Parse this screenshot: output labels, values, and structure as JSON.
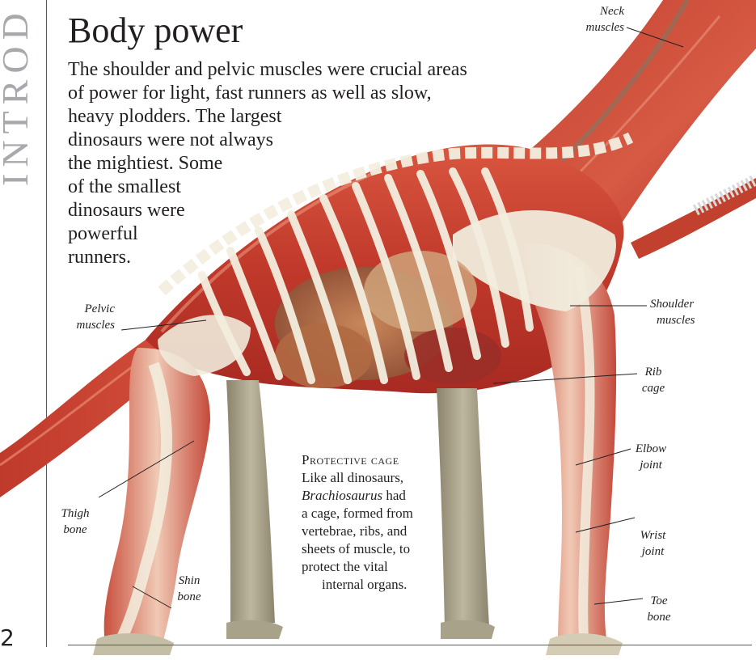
{
  "sidebar": {
    "section_title": "INTROD",
    "page_number": "2"
  },
  "header": {
    "title": "Body power",
    "intro": [
      "The shoulder and pelvic muscles were crucial areas",
      "of power for light, fast runners as well as slow,",
      "heavy plodders. The largest",
      "dinosaurs were not always",
      "the mightiest. Some",
      "of the smallest",
      "dinosaurs were",
      "powerful",
      "runners."
    ]
  },
  "callouts": {
    "neck_muscles": [
      "Neck",
      "muscles"
    ],
    "shoulder_muscles": [
      "Shoulder",
      "muscles"
    ],
    "rib_cage": [
      "Rib",
      "cage"
    ],
    "elbow_joint": [
      "Elbow",
      "joint"
    ],
    "wrist_joint": [
      "Wrist",
      "joint"
    ],
    "toe_bone": [
      "Toe",
      "bone"
    ],
    "pelvic_muscles": [
      "Pelvic",
      "muscles"
    ],
    "thigh_bone": [
      "Thigh",
      "bone"
    ],
    "shin_bone": [
      "Shin",
      "bone"
    ]
  },
  "caption": {
    "heading": "Protective cage",
    "line1_pre": "Like all dinosaurs,",
    "line2_italic": "Brachiosaurus",
    "line2_post": " had",
    "line3": "a cage, formed from",
    "line4": "vertebrae, ribs, and",
    "line5": "sheets of muscle, to",
    "line6": "protect the vital",
    "line7": "internal organs."
  },
  "colors": {
    "muscle_dark": "#b8312a",
    "muscle_mid": "#d4503c",
    "muscle_light": "#e9957e",
    "bone": "#f3eedf",
    "bone_shade": "#d9d0b8",
    "skin_leg": "#9d9680",
    "skin_leg_light": "#c4bea6",
    "organ": "#a05a3a",
    "text": "#231f20",
    "sidebar_text": "#a7a9ac",
    "rule": "#58595b"
  }
}
